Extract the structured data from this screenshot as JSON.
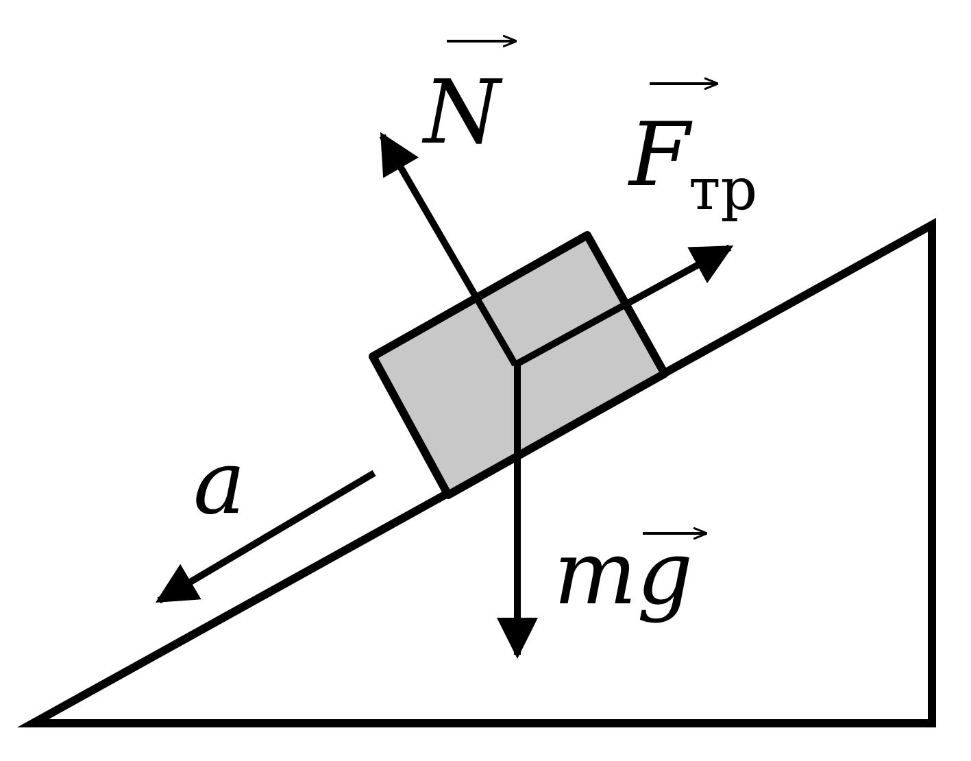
{
  "diagram": {
    "labels": {
      "normal_force": "N",
      "friction_force": "F",
      "friction_subscript": "тр",
      "gravity_force": "mg",
      "acceleration": "a"
    },
    "colors": {
      "block_fill": "#c8c8c8",
      "stroke": "#000000",
      "background": "#ffffff"
    }
  }
}
